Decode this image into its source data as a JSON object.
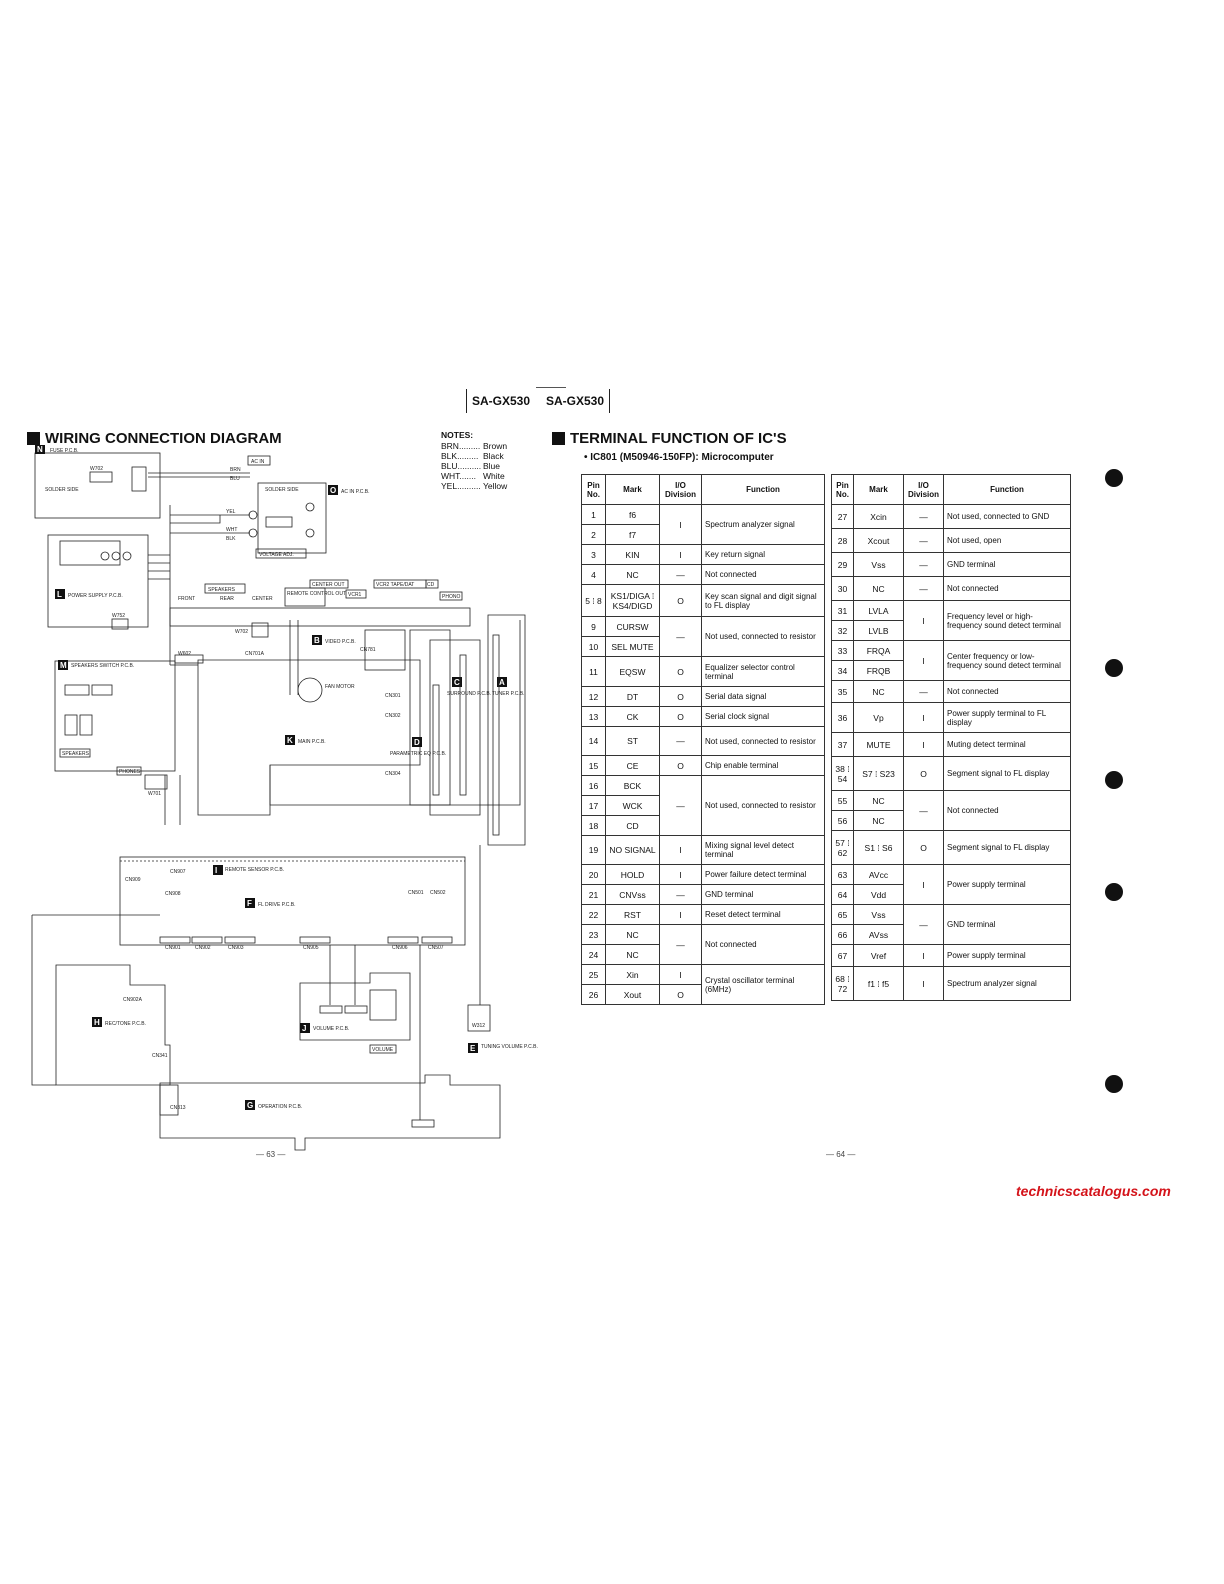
{
  "header": {
    "model_left": "SA-GX530",
    "model_right": "SA-GX530"
  },
  "left": {
    "title": "WIRING CONNECTION DIAGRAM",
    "page_number": "— 63 —",
    "notes": {
      "heading": "NOTES:",
      "items": [
        {
          "code": "BRN.........",
          "color": "Brown"
        },
        {
          "code": "BLK.........",
          "color": "Black"
        },
        {
          "code": "BLU..........",
          "color": "Blue"
        },
        {
          "code": "WHT.......",
          "color": "White"
        },
        {
          "code": "YEL..........",
          "color": "Yellow"
        }
      ]
    },
    "diagram": {
      "boards": [
        {
          "letter": "N",
          "name": "FUSE P.C.B."
        },
        {
          "letter": "O",
          "name": "AC IN P.C.B."
        },
        {
          "letter": "L",
          "name": "POWER SUPPLY P.C.B."
        },
        {
          "letter": "M",
          "name": "SPEAKERS SWITCH P.C.B."
        },
        {
          "letter": "B",
          "name": "VIDEO P.C.B."
        },
        {
          "letter": "C",
          "name": "SURROUND P.C.B."
        },
        {
          "letter": "A",
          "name": "TUNER P.C.B."
        },
        {
          "letter": "K",
          "name": "MAIN P.C.B."
        },
        {
          "letter": "D",
          "name": "PARAMETRIC EQ P.C.B."
        },
        {
          "letter": "I",
          "name": "REMOTE SENSOR P.C.B."
        },
        {
          "letter": "F",
          "name": "FL DRIVE P.C.B."
        },
        {
          "letter": "H",
          "name": "REC/TONE P.C.B."
        },
        {
          "letter": "J",
          "name": "VOLUME P.C.B."
        },
        {
          "letter": "E",
          "name": "TUNING VOLUME P.C.B."
        },
        {
          "letter": "G",
          "name": "OPERATION P.C.B."
        }
      ],
      "labels": {
        "ac_in": "AC IN",
        "solder_side": "SOLDER SIDE",
        "voltage_adj": "VOLTAGE ADJ.",
        "speakers": "SPEAKERS",
        "front": "FRONT",
        "rear": "REAR",
        "center": "CENTER",
        "remote_control_out": "REMOTE CONTROL OUT",
        "center_out": "CENTER OUT",
        "vcr1": "VCR1",
        "vcr2_tape_dat": "VCR2 TAPE/DAT",
        "cd": "CD",
        "phono": "PHONO",
        "fan_motor": "FAN MOTOR",
        "phones": "PHONES",
        "volume": "VOLUME",
        "brn": "BRN",
        "blu": "BLU",
        "yel": "YEL",
        "wht": "WHT",
        "blk": "BLK",
        "w702": "W702",
        "w752": "W752",
        "w701": "W701",
        "w602": "W602",
        "w702b": "W702",
        "w601": "W601",
        "w312": "W312",
        "cn781": "CN781",
        "cn701a": "CN701A",
        "cn301": "CN301",
        "cn302": "CN302",
        "cn304": "CN304",
        "cn501": "CN501",
        "cn502": "CN502",
        "cn907": "CN907",
        "cn908": "CN908",
        "cn909": "CN909",
        "cn901": "CN901",
        "cn902": "CN902",
        "cn903": "CN903",
        "cn905": "CN905",
        "cn906": "CN906",
        "cn507": "CN507",
        "cn341": "CN341",
        "cn313": "CN313",
        "cn902a": "CN902A"
      }
    }
  },
  "right": {
    "title": "TERMINAL FUNCTION OF IC'S",
    "subtitle": "• IC801 (M50946-150FP): Microcomputer",
    "page_number": "— 64 —",
    "table_headers": {
      "pin": "Pin No.",
      "mark": "Mark",
      "io": "I/O Division",
      "function": "Function"
    },
    "table_left": [
      {
        "pin": "1",
        "mark": "f6",
        "io": "I",
        "function": "Spectrum analyzer signal"
      },
      {
        "pin": "2",
        "mark": "f7"
      },
      {
        "pin": "3",
        "mark": "KIN",
        "io": "I",
        "function": "Key return signal"
      },
      {
        "pin": "4",
        "mark": "NC",
        "io": "—",
        "function": "Not connected"
      },
      {
        "pin": "5 ⁞ 8",
        "mark": "KS1/DIGA ⁞ KS4/DIGD",
        "io": "O",
        "function": "Key scan signal and digit signal to FL display"
      },
      {
        "pin": "9",
        "mark": "CURSW",
        "io": "—",
        "function": "Not used, connected to resistor"
      },
      {
        "pin": "10",
        "mark": "SEL MUTE"
      },
      {
        "pin": "11",
        "mark": "EQSW",
        "io": "O",
        "function": "Equalizer selector control terminal"
      },
      {
        "pin": "12",
        "mark": "DT",
        "io": "O",
        "function": "Serial data signal"
      },
      {
        "pin": "13",
        "mark": "CK",
        "io": "O",
        "function": "Serial clock signal"
      },
      {
        "pin": "14",
        "mark": "ST",
        "io": "—",
        "function": "Not used, connected to resistor"
      },
      {
        "pin": "15",
        "mark": "CE",
        "io": "O",
        "function": "Chip enable terminal"
      },
      {
        "pin": "16",
        "mark": "BCK",
        "io": "—",
        "function": "Not used, connected to resistor"
      },
      {
        "pin": "17",
        "mark": "WCK"
      },
      {
        "pin": "18",
        "mark": "CD"
      },
      {
        "pin": "19",
        "mark": "NO SIGNAL",
        "io": "I",
        "function": "Mixing signal level detect terminal"
      },
      {
        "pin": "20",
        "mark": "HOLD",
        "io": "I",
        "function": "Power failure detect terminal"
      },
      {
        "pin": "21",
        "mark": "CNVss",
        "io": "—",
        "function": "GND terminal"
      },
      {
        "pin": "22",
        "mark": "RST",
        "io": "I",
        "function": "Reset detect terminal"
      },
      {
        "pin": "23",
        "mark": "NC",
        "io": "—",
        "function": "Not connected"
      },
      {
        "pin": "24",
        "mark": "NC"
      },
      {
        "pin": "25",
        "mark": "Xin",
        "io": "I",
        "function": "Crystal oscillator terminal (6MHz)"
      },
      {
        "pin": "26",
        "mark": "Xout",
        "io": "O"
      }
    ],
    "table_right": [
      {
        "pin": "27",
        "mark": "Xcin",
        "io": "—",
        "function": "Not used, connected to GND"
      },
      {
        "pin": "28",
        "mark": "Xcout",
        "io": "—",
        "function": "Not used, open"
      },
      {
        "pin": "29",
        "mark": "Vss",
        "io": "—",
        "function": "GND terminal"
      },
      {
        "pin": "30",
        "mark": "NC",
        "io": "—",
        "function": "Not connected"
      },
      {
        "pin": "31",
        "mark": "LVLA",
        "io": "I",
        "function": "Frequency level or high-frequency sound detect terminal"
      },
      {
        "pin": "32",
        "mark": "LVLB"
      },
      {
        "pin": "33",
        "mark": "FRQA",
        "io": "I",
        "function": "Center frequency or low-frequency sound detect terminal"
      },
      {
        "pin": "34",
        "mark": "FRQB"
      },
      {
        "pin": "35",
        "mark": "NC",
        "io": "—",
        "function": "Not connected"
      },
      {
        "pin": "36",
        "mark": "Vp",
        "io": "I",
        "function": "Power supply terminal to FL display"
      },
      {
        "pin": "37",
        "mark": "MUTE",
        "io": "I",
        "function": "Muting detect terminal"
      },
      {
        "pin": "38 ⁞ 54",
        "mark": "S7 ⁞ S23",
        "io": "O",
        "function": "Segment signal to FL display"
      },
      {
        "pin": "55",
        "mark": "NC",
        "io": "—",
        "function": "Not connected"
      },
      {
        "pin": "56",
        "mark": "NC"
      },
      {
        "pin": "57 ⁞ 62",
        "mark": "S1 ⁞ S6",
        "io": "O",
        "function": "Segment signal to FL display"
      },
      {
        "pin": "63",
        "mark": "AVcc",
        "io": "I",
        "function": "Power supply terminal"
      },
      {
        "pin": "64",
        "mark": "Vdd"
      },
      {
        "pin": "65",
        "mark": "Vss",
        "io": "—",
        "function": "GND terminal"
      },
      {
        "pin": "66",
        "mark": "AVss"
      },
      {
        "pin": "67",
        "mark": "Vref",
        "io": "I",
        "function": "Power supply terminal"
      },
      {
        "pin": "68 ⁞ 72",
        "mark": "f1 ⁞ f5",
        "io": "I",
        "function": "Spectrum analyzer signal"
      }
    ]
  },
  "watermark": "technicscatalogus.com"
}
